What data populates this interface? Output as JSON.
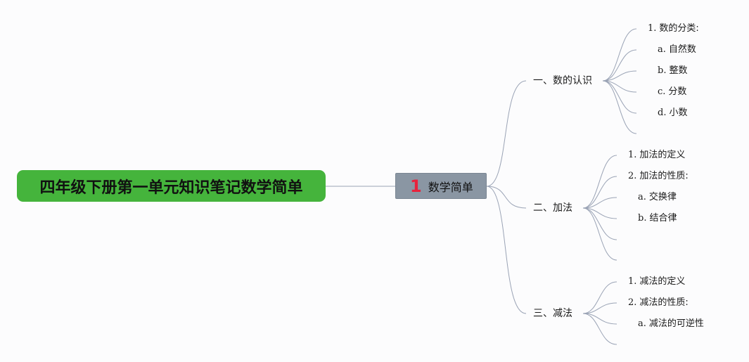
{
  "root": {
    "title": "四年级下册第一单元知识笔记数学简单"
  },
  "center": {
    "badge": "1",
    "label": "数学简单"
  },
  "branches": [
    {
      "label": "一、数的认识",
      "items": [
        {
          "num": "1.",
          "text": "数的分类:"
        },
        {
          "num": "a.",
          "text": "自然数"
        },
        {
          "num": "b.",
          "text": "整数"
        },
        {
          "num": "c.",
          "text": "分数"
        },
        {
          "num": "d.",
          "text": "小数"
        }
      ]
    },
    {
      "label": "二、加法",
      "items": [
        {
          "num": "1.",
          "text": "加法的定义"
        },
        {
          "num": "2.",
          "text": "加法的性质:"
        },
        {
          "num": "a.",
          "text": "交换律"
        },
        {
          "num": "b.",
          "text": "结合律"
        }
      ]
    },
    {
      "label": "三、减法",
      "items": [
        {
          "num": "1.",
          "text": "减法的定义"
        },
        {
          "num": "2.",
          "text": "减法的性质:"
        },
        {
          "num": "a.",
          "text": "减法的可逆性"
        }
      ]
    }
  ],
  "colors": {
    "root_fill": "#45b43c",
    "center_fill": "#8a96a3",
    "badge": "#e8233c",
    "connector": "#9aa3b5"
  }
}
